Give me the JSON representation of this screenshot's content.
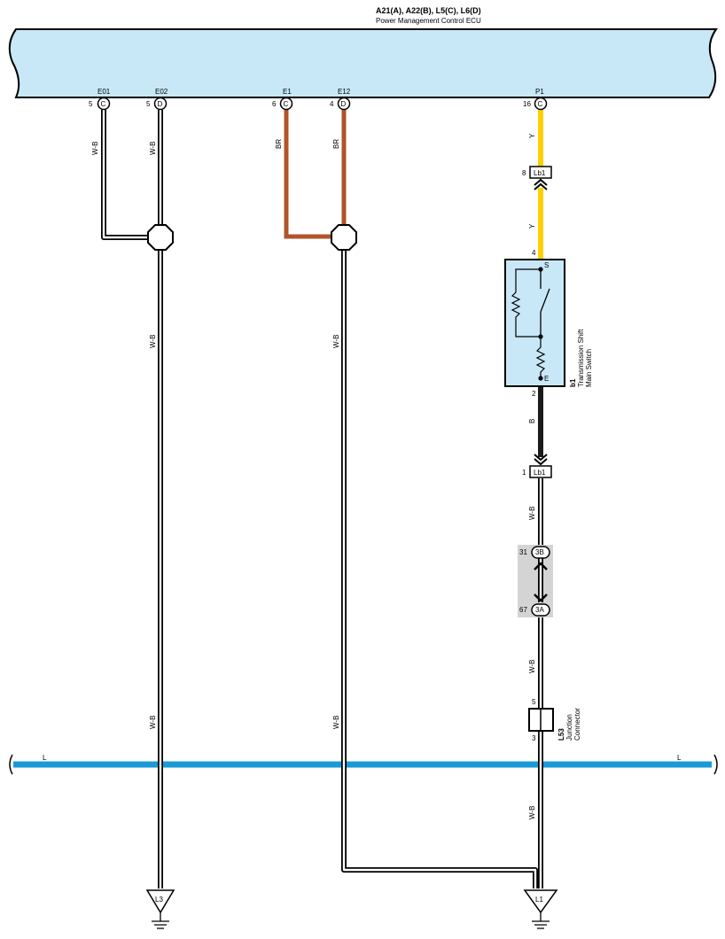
{
  "ecu": {
    "title": "A21(A), A22(B), L5(C), L6(D)",
    "subtitle": "Power Management Control ECU",
    "pins": [
      {
        "name": "E01",
        "number": "5",
        "connector": "C"
      },
      {
        "name": "E02",
        "number": "5",
        "connector": "D"
      },
      {
        "name": "E1",
        "number": "6",
        "connector": "C"
      },
      {
        "name": "E12",
        "number": "4",
        "connector": "D"
      },
      {
        "name": "P1",
        "number": "16",
        "connector": "C"
      }
    ]
  },
  "wires": {
    "e01": "W-B",
    "e02_upper": "W-B",
    "e02_lower": "W-B",
    "e02_bottom": "W-B",
    "e1": "BR",
    "e12": "BR",
    "e12_lower": "W-B",
    "e12_bottom": "W-B",
    "p1_y1": "Y",
    "p1_y2": "Y",
    "sw_b": "B",
    "lb1_wb": "W-B",
    "j_wb": "W-B",
    "l3_wb": "W-B"
  },
  "connectors": {
    "lb1_top": {
      "label": "Lb1",
      "pin": "8"
    },
    "lb1_bottom": {
      "label": "Lb1",
      "pin": "1"
    },
    "j3b": {
      "label": "3B",
      "pin": "31"
    },
    "j3a": {
      "label": "3A",
      "pin": "67"
    }
  },
  "switch": {
    "id": "b1",
    "name_line1": "Transmission Shift",
    "name_line2": "Main Switch",
    "pin_top": "4",
    "pin_bottom": "2",
    "terminal_s": "S",
    "terminal_e": "E"
  },
  "junction": {
    "id": "L53",
    "name_line1": "Junction",
    "name_line2": "Connector",
    "pin_top": "5",
    "pin_bottom": "3"
  },
  "bus": {
    "label_left": "L",
    "label_right": "L"
  },
  "grounds": {
    "left": "L3",
    "right": "L1"
  },
  "colors": {
    "ecu_fill": "#c8e8f8",
    "bus": "#1a9ad6",
    "yellow": "#ffd000",
    "brown": "#b0542a",
    "black": "#1a1a1a",
    "junction_bg": "#d4d4d4"
  }
}
